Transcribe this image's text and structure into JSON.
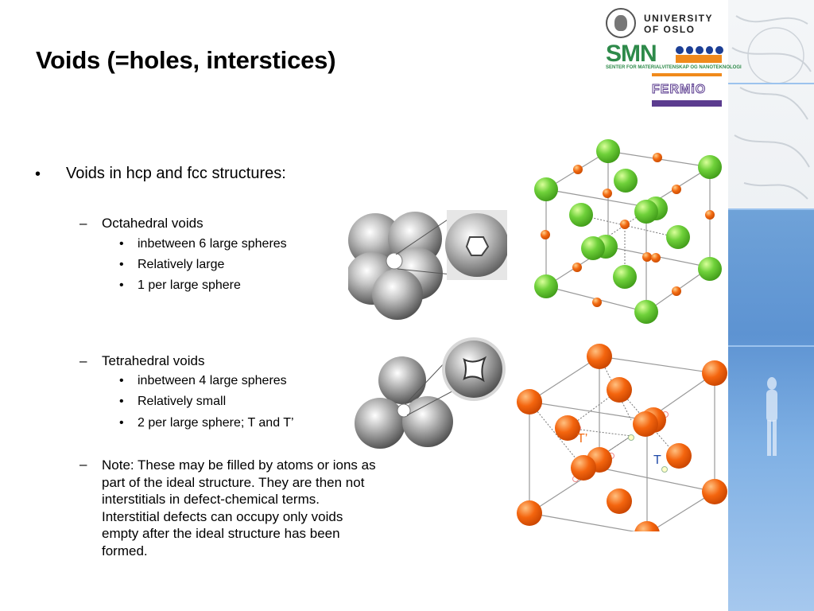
{
  "slide": {
    "title": "Voids (=holes, interstices)",
    "bullet": "Voids in hcp and fcc structures:",
    "octahedral": {
      "heading": "Octahedral voids",
      "items": [
        "inbetween 6 large spheres",
        "Relatively large",
        "1 per large sphere"
      ]
    },
    "tetrahedral": {
      "heading": "Tetrahedral voids",
      "items": [
        "inbetween 4 large spheres",
        "Relatively small",
        "2 per large sphere; T and T’"
      ]
    },
    "note": "Note: These may be filled by atoms or ions as part of the ideal structure. They are then not interstitials in defect-chemical terms. Interstitial defects can occupy only voids empty after the ideal structure has been formed.",
    "labels": {
      "t": "T",
      "t_prime": "T’"
    },
    "bullet_glyph": "•",
    "dash_glyph": "–"
  },
  "logos": {
    "university": "UNIVERSITY\nOF OSLO",
    "smn": "SMN",
    "smn_subtitle": "SENTER FOR MATERIALVITENSKAP OG NANOTEKNOLOGI",
    "fermio": "FERMiO"
  },
  "colors": {
    "green_atom": "#6fd13a",
    "orange_atom": "#f26a12",
    "smn_green": "#2e8a4a",
    "fermio_purple": "#5b3c8f",
    "strip_blue": "#5d93d2"
  }
}
